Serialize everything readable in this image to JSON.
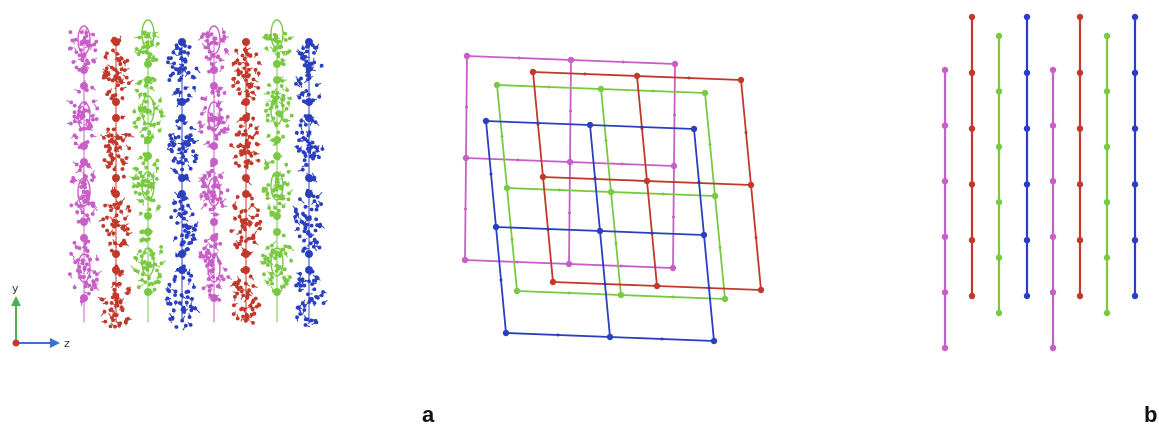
{
  "panel_labels": {
    "a": "a",
    "b": "b"
  },
  "axes_triad": {
    "y_label": "y",
    "z_label": "z",
    "y_color": "#4caf50",
    "z_color": "#3d6fd6",
    "origin_color": "#c0392b"
  },
  "colors": {
    "magenta": "#c85fc8",
    "red": "#c0392b",
    "green": "#7ac943",
    "blue": "#2a3fbf"
  },
  "panels": {
    "crystal_packing": {
      "column_colors": [
        "magenta",
        "red",
        "green",
        "blue",
        "magenta",
        "red",
        "green",
        "blue"
      ]
    },
    "interpenetrated_nets": {
      "net_colors": [
        "magenta",
        "green",
        "red",
        "blue"
      ]
    },
    "rod_view": {
      "rod_colors": [
        "magenta",
        "red",
        "green",
        "blue",
        "magenta",
        "red",
        "green",
        "blue"
      ]
    }
  }
}
